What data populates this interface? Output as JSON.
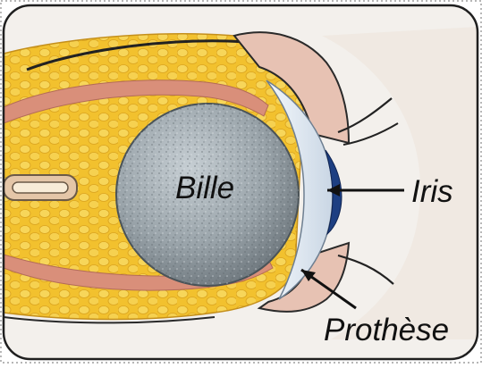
{
  "labels": {
    "bille": "Bille",
    "iris": "Iris",
    "prothese": "Prothèse"
  },
  "colors": {
    "fat": "#f2c12e",
    "fat_light": "#f7d65a",
    "muscle": "#d98f7a",
    "sphere": "#9ea8ae",
    "lid": "#e7c2b3",
    "prosthesis": "#dfe8f2",
    "iris": "#1d3f82",
    "frame": "#1f1f1f"
  }
}
